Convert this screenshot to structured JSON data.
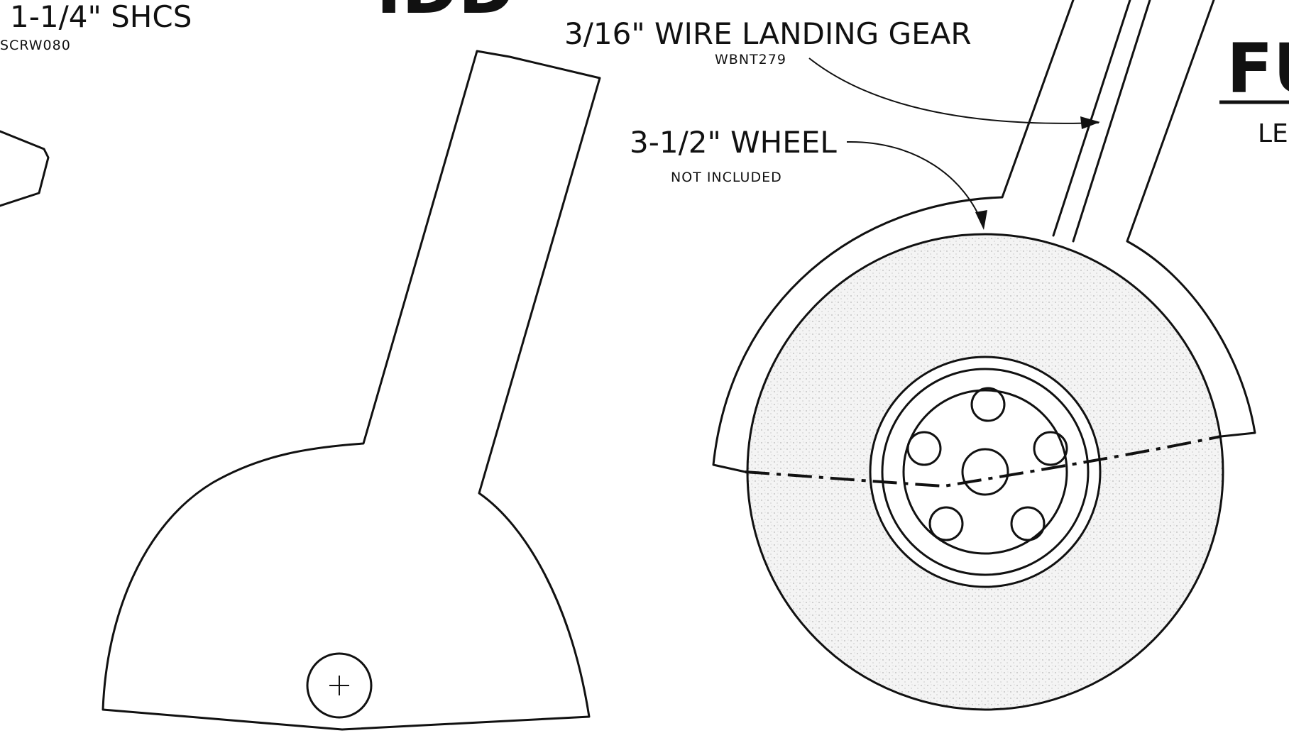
{
  "labels": {
    "screw_size": "1-1/4\" SHCS",
    "screw_part": "SCRW080",
    "gear_size": "3/16\" WIRE LANDING GEAR",
    "gear_part": "WBNT279",
    "wheel_size": "3-1/2\" WHEEL",
    "wheel_note": "NOT INCLUDED",
    "title_partial": "FU",
    "sub_partial": "LE",
    "top_partial": "IDD"
  },
  "colors": {
    "ink": "#111111",
    "paper": "#ffffff",
    "tire_fill": "#f1f1f1"
  }
}
